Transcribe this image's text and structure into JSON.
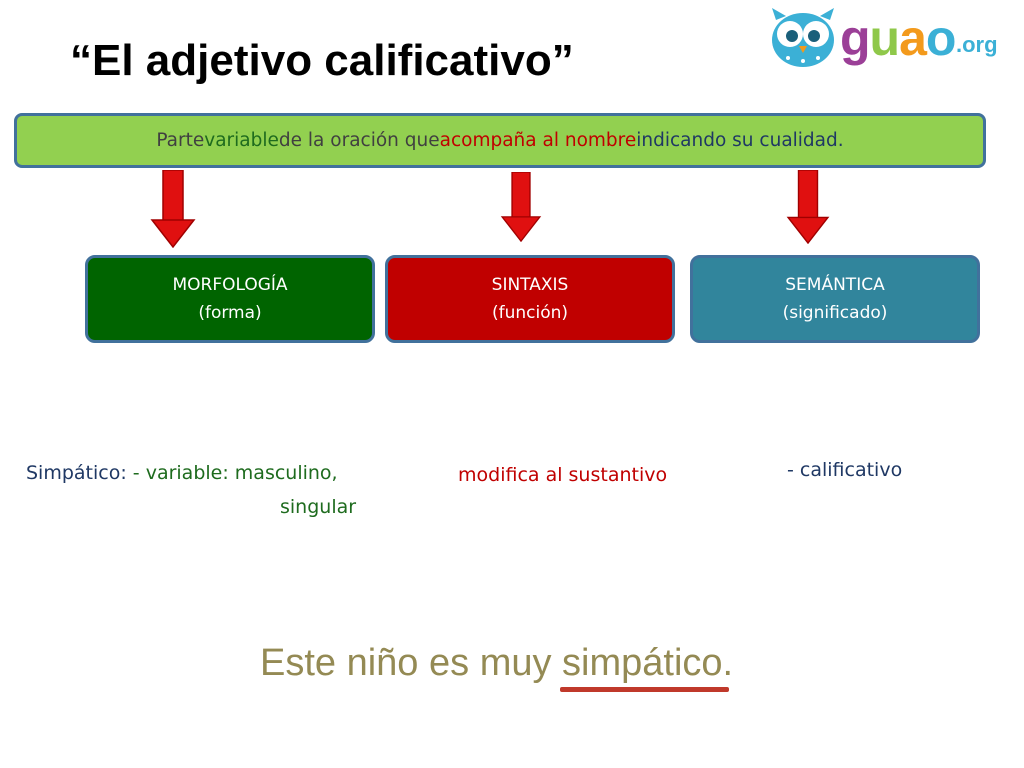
{
  "title": "“El adjetivo calificativo”",
  "logo": {
    "g": "g",
    "u": "u",
    "a": "a",
    "o": "o",
    "org": ".org"
  },
  "definition": {
    "p1": "Parte ",
    "p2": "variable",
    "p3": " de la oración que ",
    "p4": "acompaña al nombre",
    "p5": " indicando su cualidad."
  },
  "categories": [
    {
      "label": "MORFOLOGÍA",
      "sub": "(forma)",
      "color": "#006400"
    },
    {
      "label": "SINTAXIS",
      "sub": "(función)",
      "color": "#c00000"
    },
    {
      "label": "SEMÁNTICA",
      "sub": "(significado)",
      "color": "#31859c"
    }
  ],
  "examples": {
    "morfologia": {
      "term": "Simpático:",
      "line1": " - variable: masculino,",
      "line2": "singular"
    },
    "sintaxis": "modifica al sustantivo",
    "semantica": "- calificativo"
  },
  "sentence": {
    "before": "Este niño es muy ",
    "word": "simpático",
    "after": "."
  },
  "colors": {
    "definition_bg": "#92d050",
    "border": "#41719c",
    "arrow": "#e01010",
    "sentence": "#948a54"
  }
}
